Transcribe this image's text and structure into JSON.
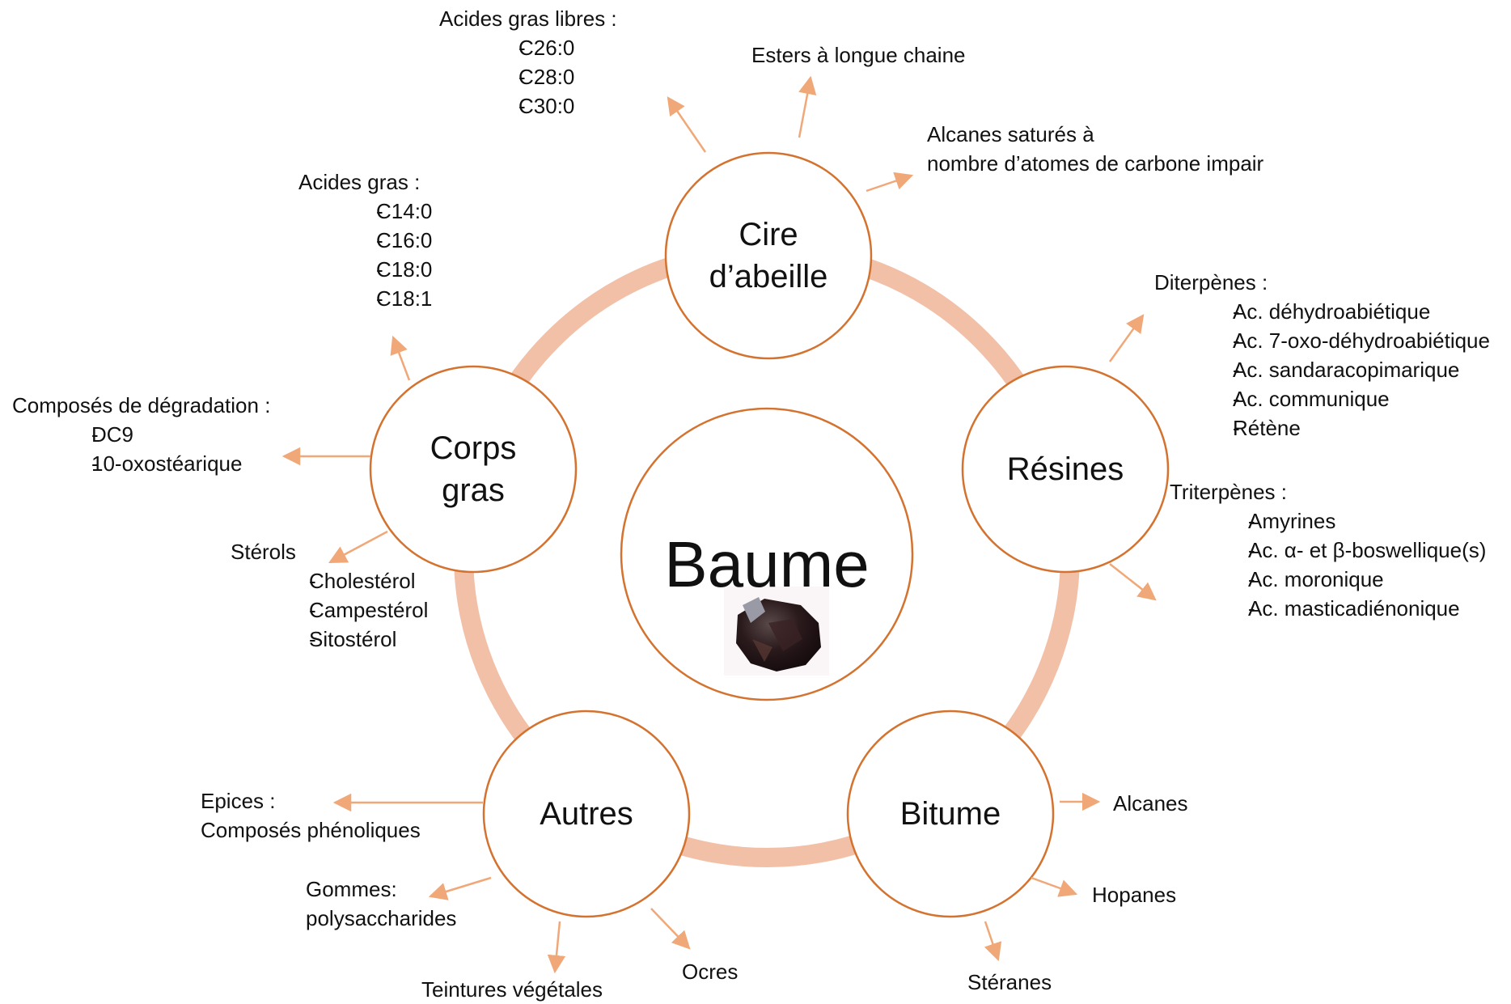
{
  "center": {
    "title": "Baume"
  },
  "nodes": {
    "cire": {
      "label_line1": "Cire",
      "label_line2": "d’abeille"
    },
    "resines": {
      "label_line1": "Résines"
    },
    "bitume": {
      "label_line1": "Bitume"
    },
    "autres": {
      "label_line1": "Autres"
    },
    "corps_gras": {
      "label_line1": "Corps",
      "label_line2": "gras"
    }
  },
  "labels": {
    "acides_gras_libres": {
      "title": "Acides gras libres :",
      "items": [
        "C26:0",
        "C28:0",
        "C30:0"
      ]
    },
    "esters": {
      "title": "Esters à longue chaine"
    },
    "alcanes_satures": {
      "line1": "Alcanes saturés à",
      "line2": "nombre d’atomes de carbone impair"
    },
    "diterpenes": {
      "title": "Diterpènes :",
      "items": [
        "Ac. déhydroabiétique",
        "Ac. 7-oxo-déhydroabiétique",
        "Ac. sandaracopimarique",
        "Ac. communique",
        "Rétène"
      ]
    },
    "triterpenes": {
      "title": "Triterpènes :",
      "items": [
        "Amyrines",
        "Ac. α- et β-boswellique(s)",
        "Ac. moronique",
        "Ac. masticadiénonique"
      ]
    },
    "alcanes": {
      "title": "Alcanes"
    },
    "hopanes": {
      "title": "Hopanes"
    },
    "steranes": {
      "title": "Stéranes"
    },
    "ocres": {
      "title": "Ocres"
    },
    "teintures": {
      "title": "Teintures végétales"
    },
    "gommes": {
      "line1": "Gommes:",
      "line2": "polysaccharides"
    },
    "epices": {
      "line1": "Epices :",
      "line2": "Composés phénoliques"
    },
    "sterols": {
      "title": "Stérols",
      "items": [
        "Cholestérol",
        "Campestérol",
        "Sitostérol"
      ]
    },
    "degradation": {
      "title": "Composés de dégradation :",
      "items": [
        "DC9",
        "10-oxostéarique"
      ]
    },
    "acides_gras": {
      "title": "Acides gras :",
      "items": [
        "C14:0",
        "C16:0",
        "C18:0",
        "C18:1"
      ]
    }
  },
  "colors": {
    "circle_stroke": "#D4722F",
    "ring": "#F2BFA7",
    "arrow": "#F0A878",
    "text": "#111111"
  }
}
